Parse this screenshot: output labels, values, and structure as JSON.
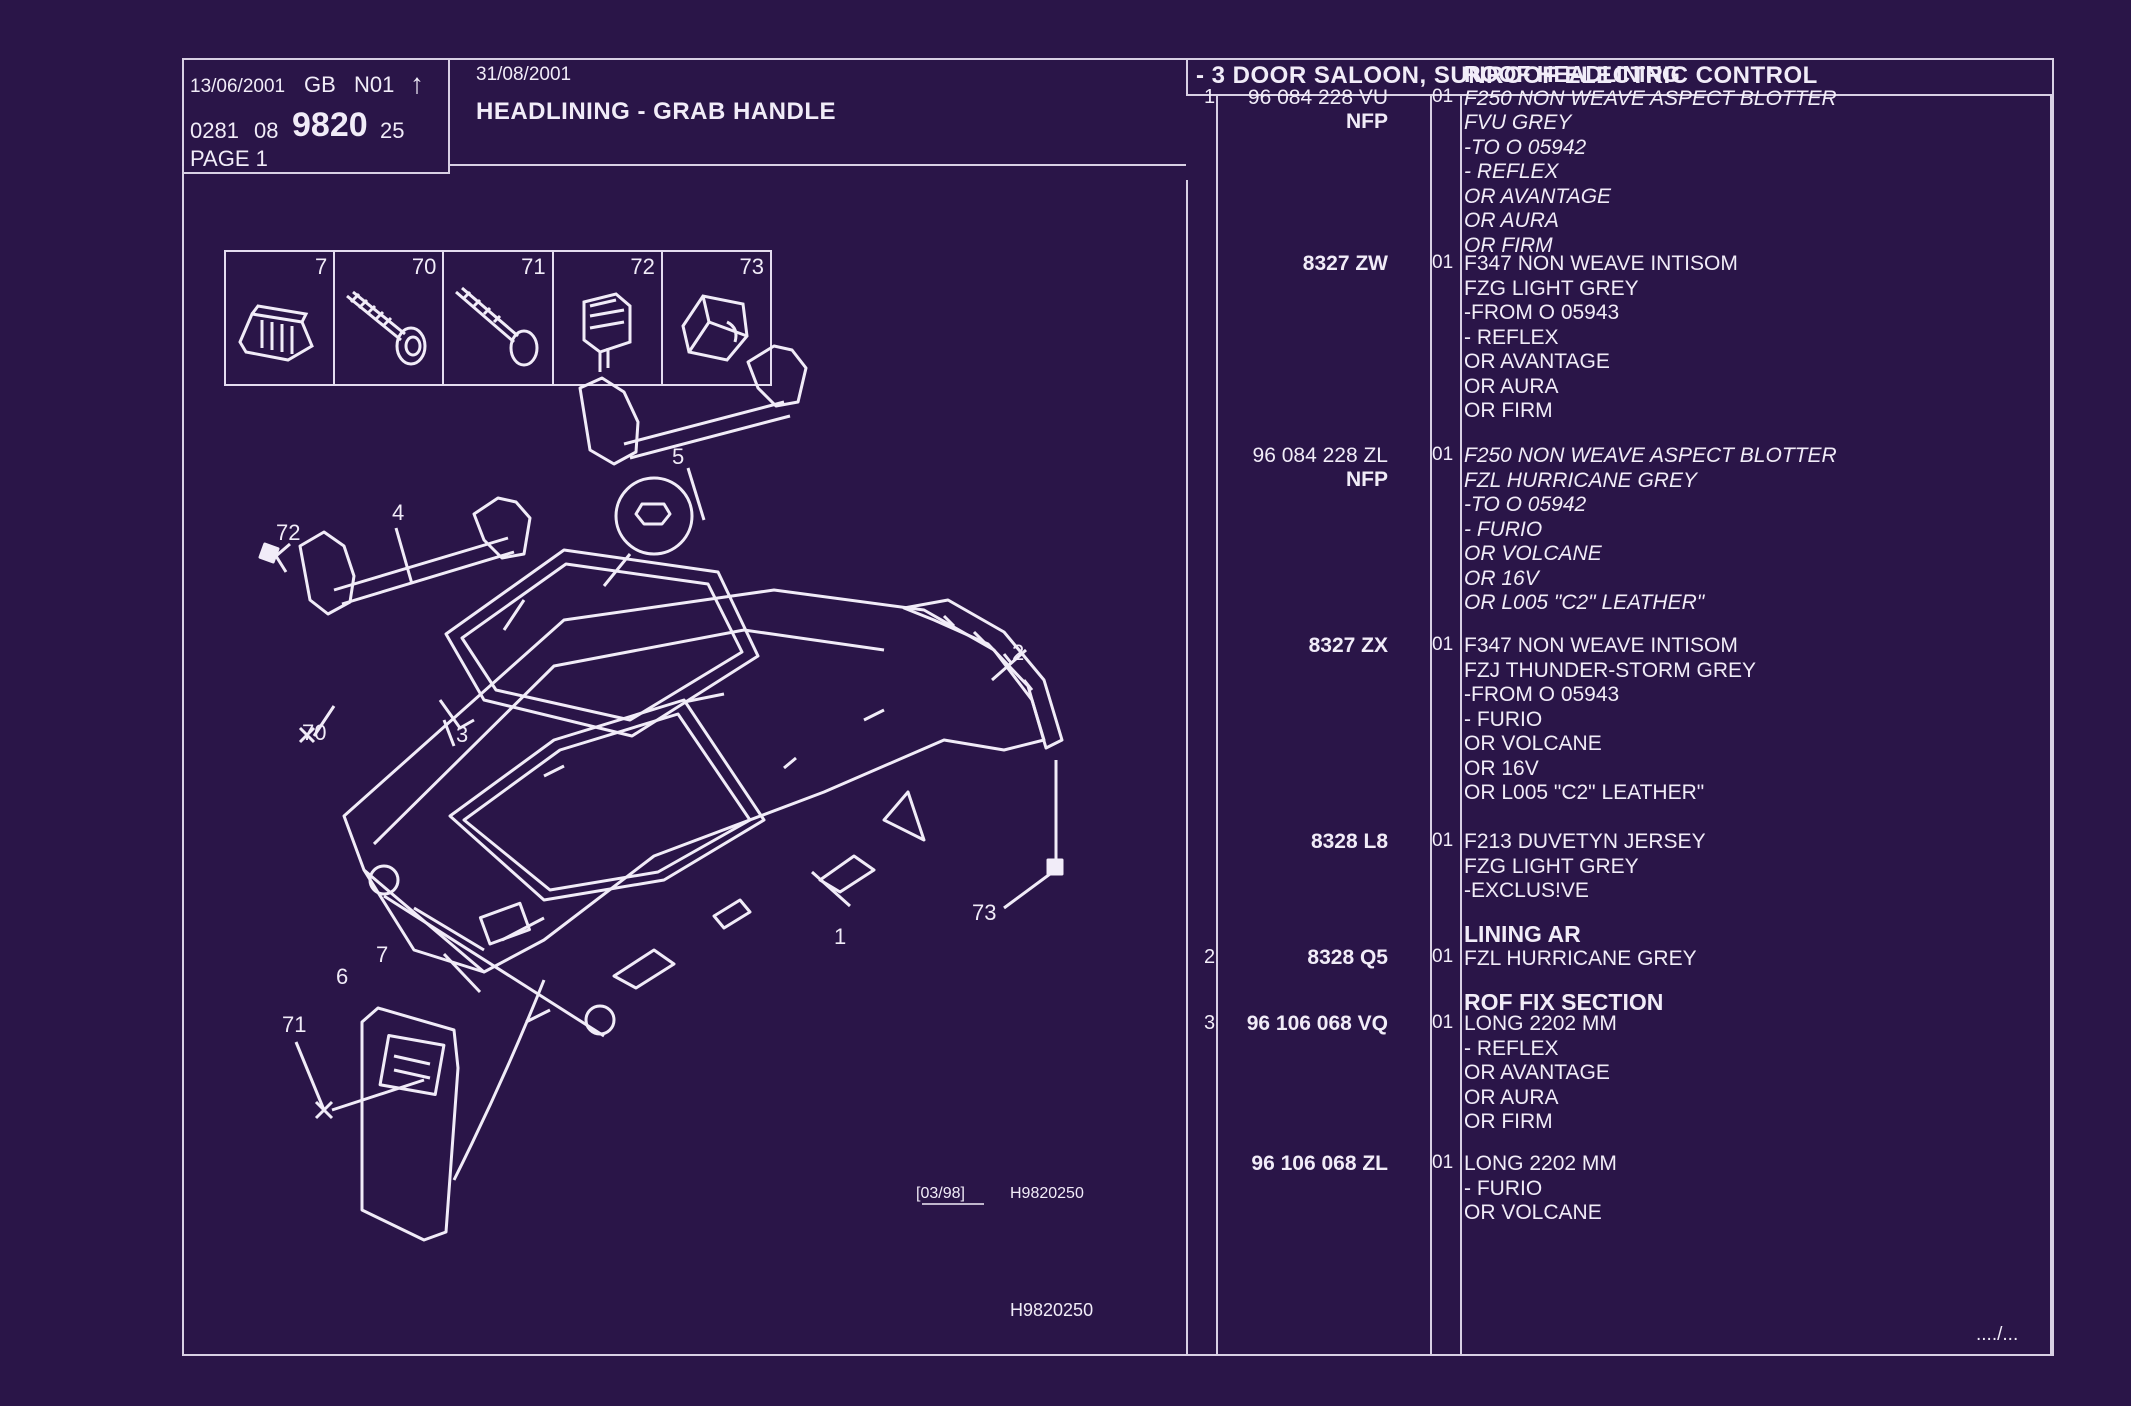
{
  "header": {
    "date1": "13/06/2001",
    "lang": "GB",
    "code": "N01",
    "arrow": "↑",
    "ref_prefix": "0281",
    "ref_group": "08",
    "ref_main": "9820",
    "ref_suffix": "25",
    "page": "PAGE 1",
    "date2": "31/08/2001",
    "title": "HEADLINING - GRAB HANDLE",
    "model": "- 3 DOOR SALOON, SUNROOF ELECTRIC CONTROL"
  },
  "small_parts": [
    {
      "num": "7",
      "icon": "clip-icon"
    },
    {
      "num": "70",
      "icon": "screw-icon"
    },
    {
      "num": "71",
      "icon": "screw-long-icon"
    },
    {
      "num": "72",
      "icon": "bracket-icon"
    },
    {
      "num": "73",
      "icon": "plug-icon"
    }
  ],
  "callouts": [
    "72",
    "4",
    "5",
    "2",
    "3",
    "70",
    "73",
    "1",
    "7",
    "6",
    "71"
  ],
  "drawing_codes": {
    "stamp": "[03/98]",
    "ref_small": "H9820250",
    "ref_bottom": "H9820250"
  },
  "entries": [
    {
      "idx": "1",
      "ref": "96 084 228 VU",
      "ref_style": "italic",
      "nfp": "NFP",
      "qty": "01",
      "heading": "ROOF HEADLINING",
      "lines": [
        "F250 NON WEAVE ASPECT BLOTTER",
        "FVU GREY",
        "-TO  O  05942",
        "-      REFLEX",
        "OR AVANTAGE",
        "OR AURA",
        "OR FIRM"
      ],
      "lines_italic": true
    },
    {
      "idx": "",
      "ref": "8327 ZW",
      "ref_style": "bold",
      "nfp": "",
      "qty": "01",
      "heading": "",
      "lines": [
        "F347 NON WEAVE INTISOM",
        "FZG LIGHT GREY",
        "-FROM  O  05943",
        "-      REFLEX",
        "OR AVANTAGE",
        "OR AURA",
        "OR FIRM"
      ],
      "lines_italic": false
    },
    {
      "idx": "",
      "ref": "96 084 228 ZL",
      "ref_style": "italic",
      "nfp": "NFP",
      "qty": "01",
      "heading": "",
      "lines": [
        "F250 NON WEAVE ASPECT BLOTTER",
        "FZL HURRICANE GREY",
        "-TO  O  05942",
        "-      FURIO",
        "OR VOLCANE",
        "OR 16V",
        "OR L005 \"C2\" LEATHER\""
      ],
      "lines_italic": true
    },
    {
      "idx": "",
      "ref": "8327 ZX",
      "ref_style": "bold",
      "nfp": "",
      "qty": "01",
      "heading": "",
      "lines": [
        "F347 NON WEAVE INTISOM",
        "FZJ THUNDER-STORM GREY",
        "-FROM  O  05943",
        "-      FURIO",
        "OR VOLCANE",
        "OR 16V",
        "OR L005 \"C2\" LEATHER\""
      ],
      "lines_italic": false
    },
    {
      "idx": "",
      "ref": "8328 L8",
      "ref_style": "bold",
      "nfp": "",
      "qty": "01",
      "heading": "",
      "lines": [
        "F213 DUVETYN JERSEY",
        "FZG LIGHT GREY",
        "-EXCLUS!VE"
      ],
      "lines_italic": false
    },
    {
      "idx": "2",
      "ref": "8328 Q5",
      "ref_style": "bold",
      "nfp": "",
      "qty": "01",
      "heading": "LINING AR",
      "lines": [
        "FZL HURRICANE GREY"
      ],
      "lines_italic": false
    },
    {
      "idx": "",
      "ref": "",
      "ref_style": "bold",
      "nfp": "",
      "qty": "",
      "heading": "ROF FIX SECTION",
      "lines": [],
      "lines_italic": false
    },
    {
      "idx": "3",
      "ref": "96 106 068 VQ",
      "ref_style": "bold",
      "nfp": "",
      "qty": "01",
      "heading": "",
      "lines": [
        "LONG 2202 MM",
        "-      REFLEX",
        "OR AVANTAGE",
        "OR AURA",
        "OR FIRM"
      ],
      "lines_italic": false
    },
    {
      "idx": "",
      "ref": "96 106 068 ZL",
      "ref_style": "bold",
      "nfp": "",
      "qty": "01",
      "heading": "",
      "lines": [
        "LONG 2202 MM",
        "-      FURIO",
        "OR VOLCANE"
      ],
      "lines_italic": false
    }
  ],
  "continued": "..../...",
  "colors": {
    "background": "#2a1548",
    "lines": "#f1ecf8"
  }
}
